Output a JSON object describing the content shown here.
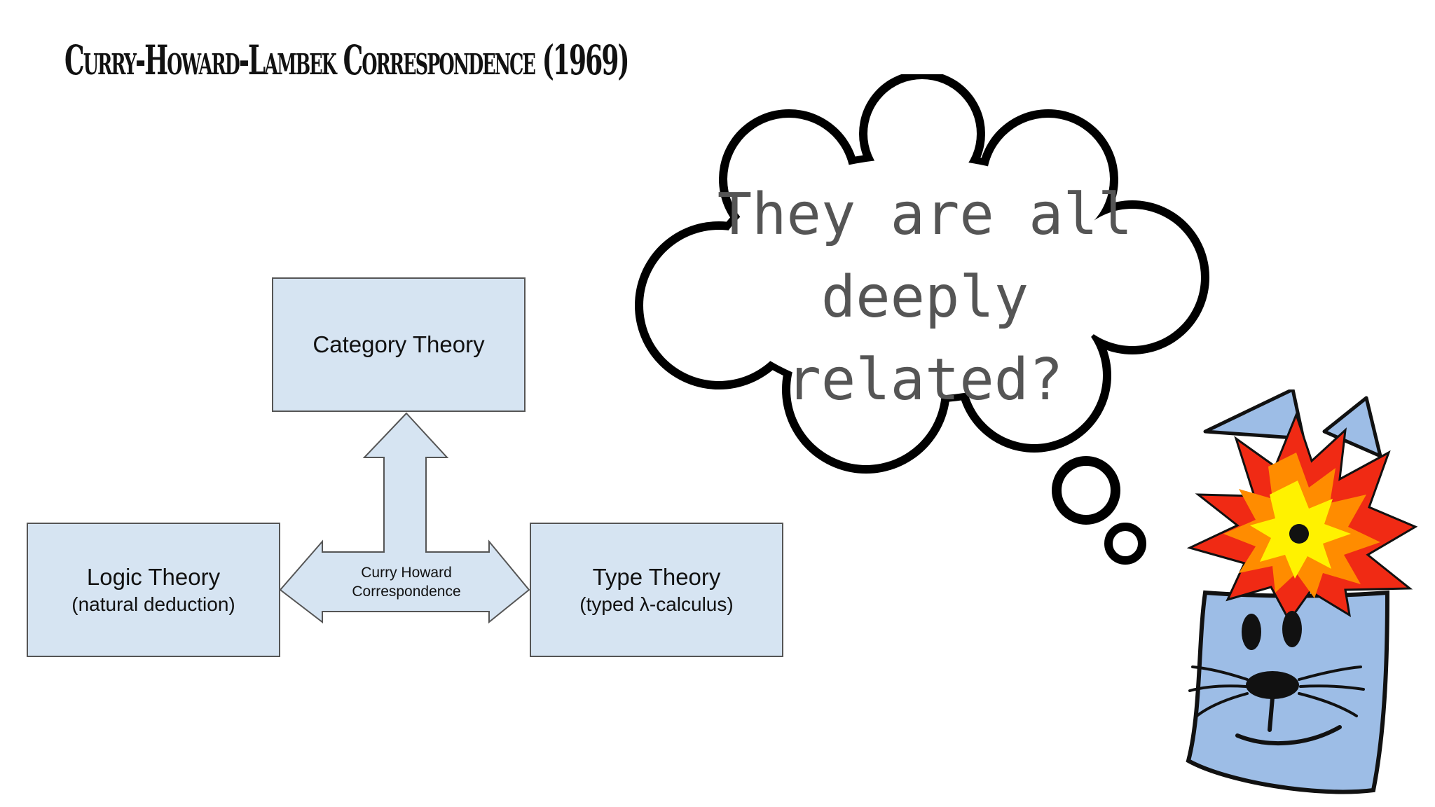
{
  "slide": {
    "title": "Curry-Howard-Lambek Correspondence (1969)"
  },
  "diagram": {
    "category_box": {
      "title": "Category Theory"
    },
    "logic_box": {
      "title": "Logic Theory",
      "subtitle": "(natural deduction)"
    },
    "type_box": {
      "title": "Type Theory",
      "subtitle": "(typed λ-calculus)"
    },
    "arrow_label_line1": "Curry Howard",
    "arrow_label_line2": "Correspondence"
  },
  "thought_bubble": {
    "line1": "They are all",
    "line2": "deeply",
    "line3": "related?"
  },
  "colors": {
    "box_fill": "#d6e4f2",
    "box_border": "#555555",
    "character_blue": "#9dbde6",
    "explosion_red": "#f02a14",
    "explosion_orange": "#ff8c00",
    "explosion_yellow": "#fff200"
  },
  "icons": {
    "character": "mind-blown-character-icon",
    "explosion": "explosion-icon"
  }
}
